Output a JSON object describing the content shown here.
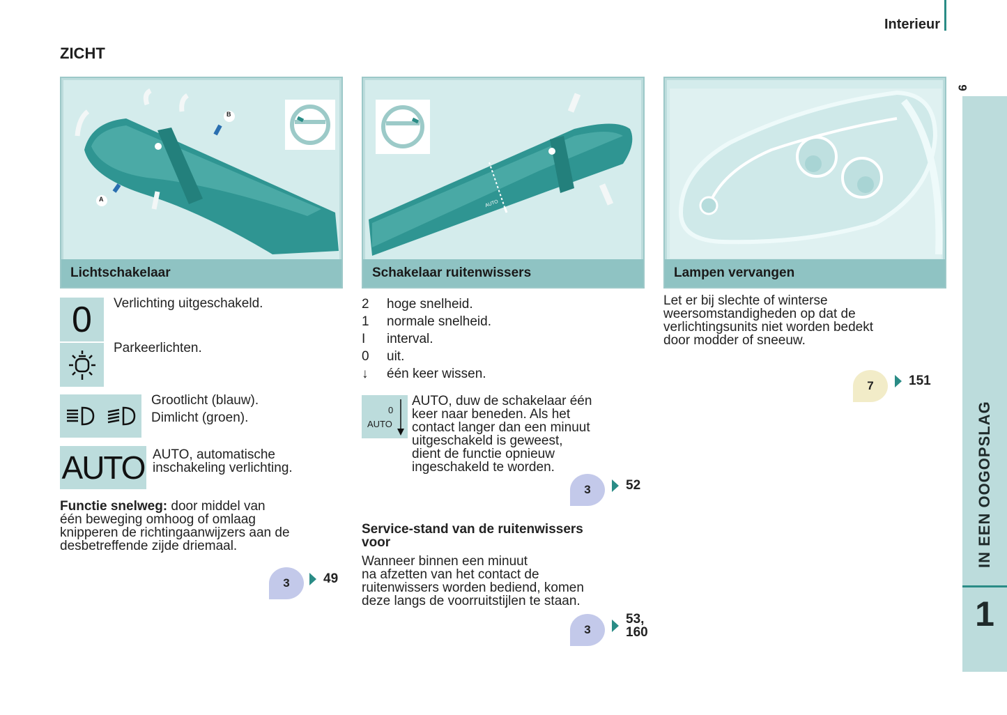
{
  "header": {
    "section": "Interieur",
    "page_number": "9",
    "title": "ZICHT"
  },
  "side_tab": {
    "label": "IN EEN OOGOPSLAG",
    "number": "1"
  },
  "panels": [
    {
      "caption": "Lichtschakelaar"
    },
    {
      "caption": "Schakelaar ruitenwissers"
    },
    {
      "caption": "Lampen vervangen"
    }
  ],
  "lights": {
    "off_icon": "0",
    "off_text": "Verlichting uitgeschakeld.",
    "park_text": "Parkeerlichten.",
    "high_text": "Grootlicht (blauw).",
    "low_text": "Dimlicht (groen).",
    "auto_icon": "AUTO",
    "auto_text_1": "AUTO, automatische",
    "auto_text_2": "inschakeling verlichting.",
    "highway_bold": "Functie snelweg:",
    "highway_1": " door middel van",
    "highway_2": "één beweging omhoog of omlaag",
    "highway_3": "knipperen de richtingaanwijzers aan de",
    "highway_4": "desbetreffende zijde driemaal.",
    "ref": {
      "chapter": "3",
      "page": "49"
    },
    "diagram_labels": {
      "a": "A",
      "b": "B"
    }
  },
  "wipers": {
    "rows": [
      {
        "key": "2",
        "text": "hoge snelheid."
      },
      {
        "key": "1",
        "text": "normale snelheid."
      },
      {
        "key": "I",
        "text": "interval."
      },
      {
        "key": "0",
        "text": "uit."
      },
      {
        "key": "↓",
        "text": "één keer wissen."
      }
    ],
    "icon_zero": "0",
    "icon_auto": "AUTO",
    "auto_lines": [
      "AUTO, duw de schakelaar één",
      "keer naar beneden. Als het",
      "contact langer dan een minuut",
      "uitgeschakeld is geweest,",
      "dient de functie opnieuw",
      "ingeschakeld te worden."
    ],
    "ref1": {
      "chapter": "3",
      "page": "52"
    },
    "service_title_1": "Service-stand van de ruitenwissers",
    "service_title_2": "voor",
    "service_lines": [
      "Wanneer binnen een minuut",
      "na afzetten van het contact de",
      "ruitenwissers worden bediend, komen",
      "deze langs de voorruitstijlen te staan."
    ],
    "ref2": {
      "chapter": "3",
      "page_1": "53,",
      "page_2": "160"
    },
    "diagram_label": "AUTO"
  },
  "lamps": {
    "lines": [
      "Let er bij slechte of winterse",
      "weersomstandigheden op dat de",
      "verlichtingsunits niet worden bedekt",
      "door modder of sneeuw."
    ],
    "ref": {
      "chapter": "7",
      "page": "151"
    }
  },
  "colors": {
    "accent": "#2a8c86",
    "panel": "#bcdcdc",
    "caption": "#8fc3c3",
    "ref_blue": "#c3c9ea",
    "ref_yellow": "#f2ecc8"
  }
}
